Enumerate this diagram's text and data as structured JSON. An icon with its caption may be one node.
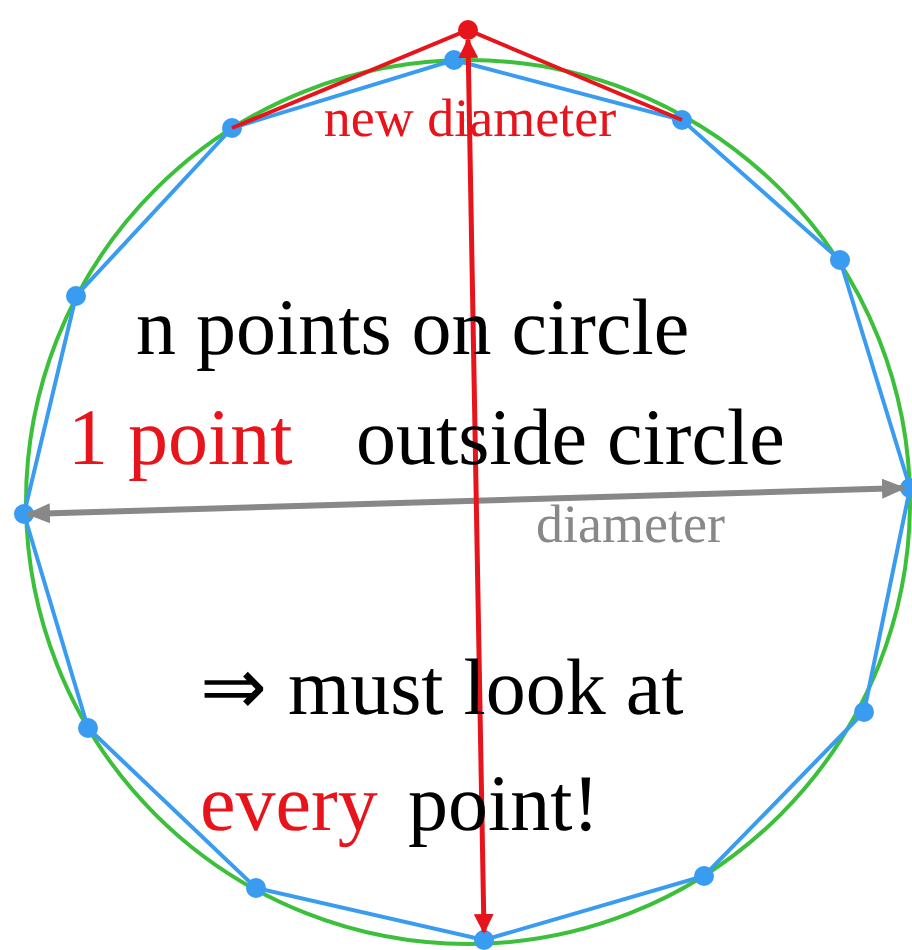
{
  "diagram": {
    "labels": [
      "new diameter",
      "n points on circle",
      "1 point",
      "outside circle",
      "diameter",
      "⇒ must look at",
      "every",
      "point!"
    ]
  }
}
